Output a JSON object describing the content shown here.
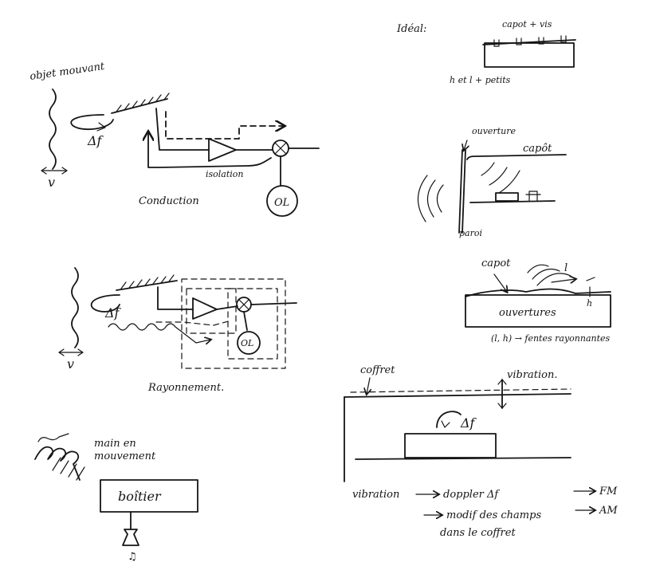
{
  "sketch_tl": {
    "moving_object_label": "objet mouvant",
    "velocity_symbol": "v",
    "doppler_label": "Δf",
    "isolation_label": "isolation",
    "lo_label": "OL",
    "caption": "Conduction"
  },
  "sketch_ml": {
    "velocity_symbol": "v",
    "doppler_label": "Δf",
    "lo_label": "OL",
    "caption": "Rayonnement."
  },
  "sketch_bl": {
    "hand_label_line1": "main en",
    "hand_label_line2": "mouvement",
    "box_label": "boîtier"
  },
  "sketch_tr": {
    "title": "Idéal:",
    "cover_label": "capot + vis",
    "caption": "h et l + petits"
  },
  "sketch_r2": {
    "opening_label": "ouverture",
    "cover_label": "capôt",
    "wall_label": "paroi"
  },
  "sketch_r3": {
    "cover_label": "capot",
    "l_label": "l",
    "h_label": "h",
    "openings_label": "ouvertures",
    "caption": "(l, h) → fentes rayonnantes"
  },
  "sketch_box": {
    "box_label": "coffret",
    "vibration_label": "vibration.",
    "doppler_label": "Δf"
  },
  "notes": {
    "line1_left": "vibration",
    "line1_mid": "doppler Δf",
    "line1_right": "FM",
    "line2_mid": "modif des champs",
    "line2_right": "AM",
    "line3": "dans le coffret"
  }
}
